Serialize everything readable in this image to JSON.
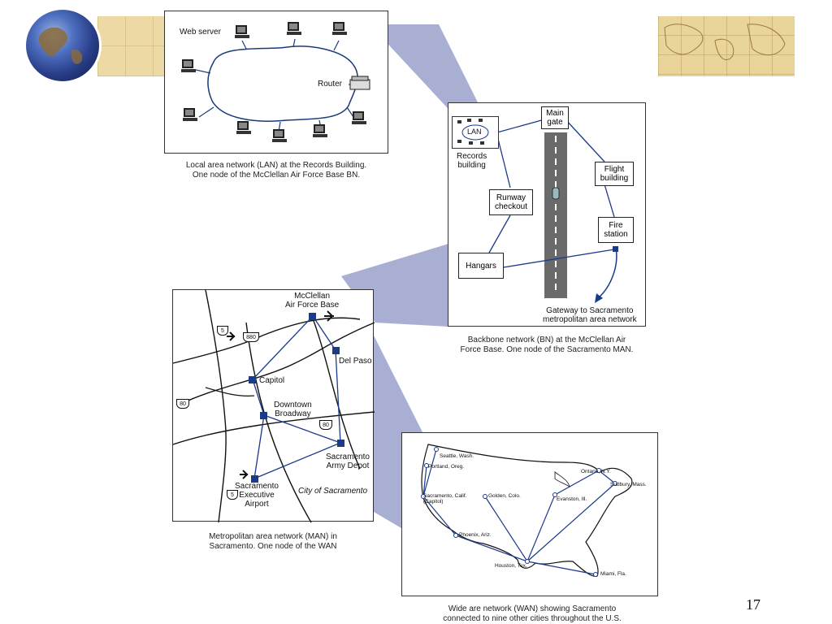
{
  "slide": {
    "title_fragment": "Ty",
    "page_number": "17"
  },
  "lan": {
    "web_server": "Web server",
    "router": "Router",
    "caption": "Local area network (LAN) at the Records Building.\nOne node of the McClellan Air Force Base BN."
  },
  "bn": {
    "lan": "LAN",
    "records_building": "Records\nbuilding",
    "main_gate": "Main\ngate",
    "flight_building": "Flight\nbuilding",
    "runway_checkout": "Runway\ncheckout",
    "fire_station": "Fire\nstation",
    "hangars": "Hangars",
    "gateway": "Gateway to Sacramento\nmetropolitan area network",
    "caption": "Backbone network (BN) at the McClellan Air\nForce Base.  One node of the Sacramento MAN."
  },
  "man": {
    "mcclellan": "McClellan\nAir Force Base",
    "del_paso": "Del Paso",
    "capitol": "Capitol",
    "downtown": "Downtown\nBroadway",
    "army_depot": "Sacramento\nArmy Depot",
    "city": "City of Sacramento",
    "airport": "Sacramento\nExecutive\nAirport",
    "hwy_5_top": "5",
    "hwy_880": "880",
    "hwy_80_left": "80",
    "hwy_80_right": "80",
    "hwy_5_bottom": "5",
    "caption": "Metropolitan area network (MAN) in\nSacramento. One node of the WAN"
  },
  "wan": {
    "cities": {
      "seattle": "Seattle, Wash.",
      "portland": "Portland, Oreg.",
      "sacramento": "Sacramento, Calif.\n(Capitol)",
      "golden": "Golden, Colo.",
      "phoenix": "Phoenix, Ariz.",
      "houston": "Houston, Tex.",
      "miami": "Miami, Fla.",
      "evanston": "Evanston, Ill.",
      "ontario": "Ontario, N.Y.",
      "sudbury": "Sudbury, Mass."
    },
    "caption": "Wide are network (WAN) showing Sacramento\nconnected to nine other cities throughout the U.S."
  },
  "colors": {
    "accent_tan": "#e9d49a",
    "wedge": "#a9aed3",
    "network_blue": "#1a3a8a"
  }
}
